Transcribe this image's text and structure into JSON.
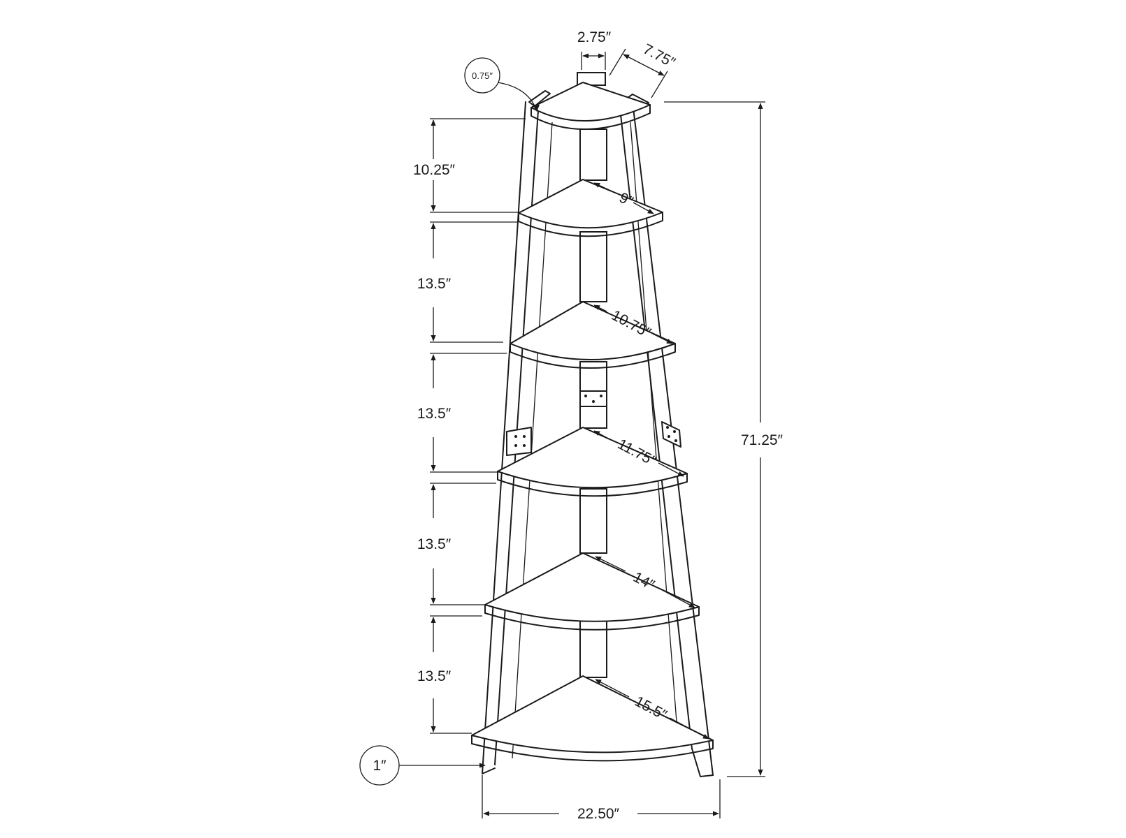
{
  "diagram": {
    "labels": {
      "top_post_width": "2.75″",
      "top_depth": "7.75″",
      "top_shelf_thickness": "0.75″",
      "gap_1": "10.25″",
      "gap_2": "13.5″",
      "gap_3": "13.5″",
      "gap_4": "13.5″",
      "gap_5": "13.5″",
      "shelf_2_depth": "9″",
      "shelf_3_depth": "10.75″",
      "shelf_4_depth": "11.75″",
      "shelf_5_depth": "14″",
      "shelf_6_depth": "15.5″",
      "total_height": "71.25″",
      "bottom_shelf_thickness": "1″",
      "total_width": "22.50″"
    },
    "colors": {
      "line": "#1a1a1a",
      "background": "#ffffff"
    }
  }
}
